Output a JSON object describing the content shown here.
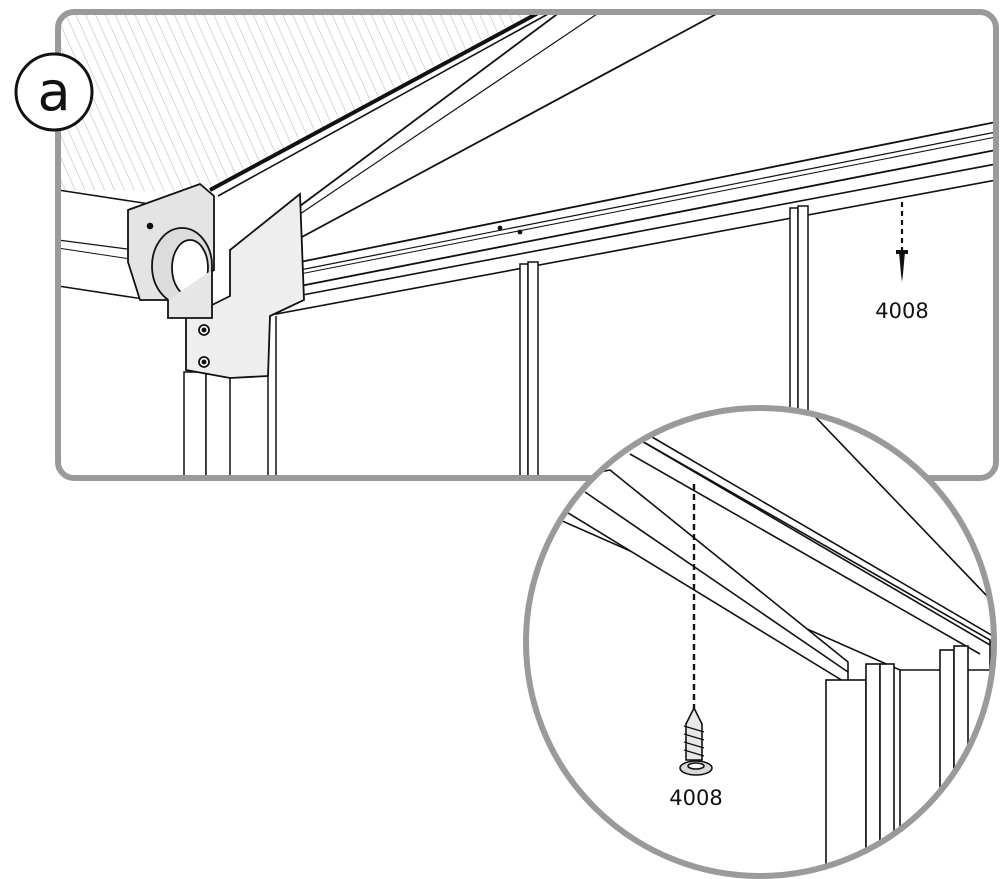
{
  "step": {
    "label": "a"
  },
  "callouts": {
    "main_screw_part": "4008",
    "detail_screw_part": "4008"
  },
  "colors": {
    "frame_gray": "#9a9a9a",
    "line": "#111111",
    "roof_hatch": "#bdbdbd"
  }
}
